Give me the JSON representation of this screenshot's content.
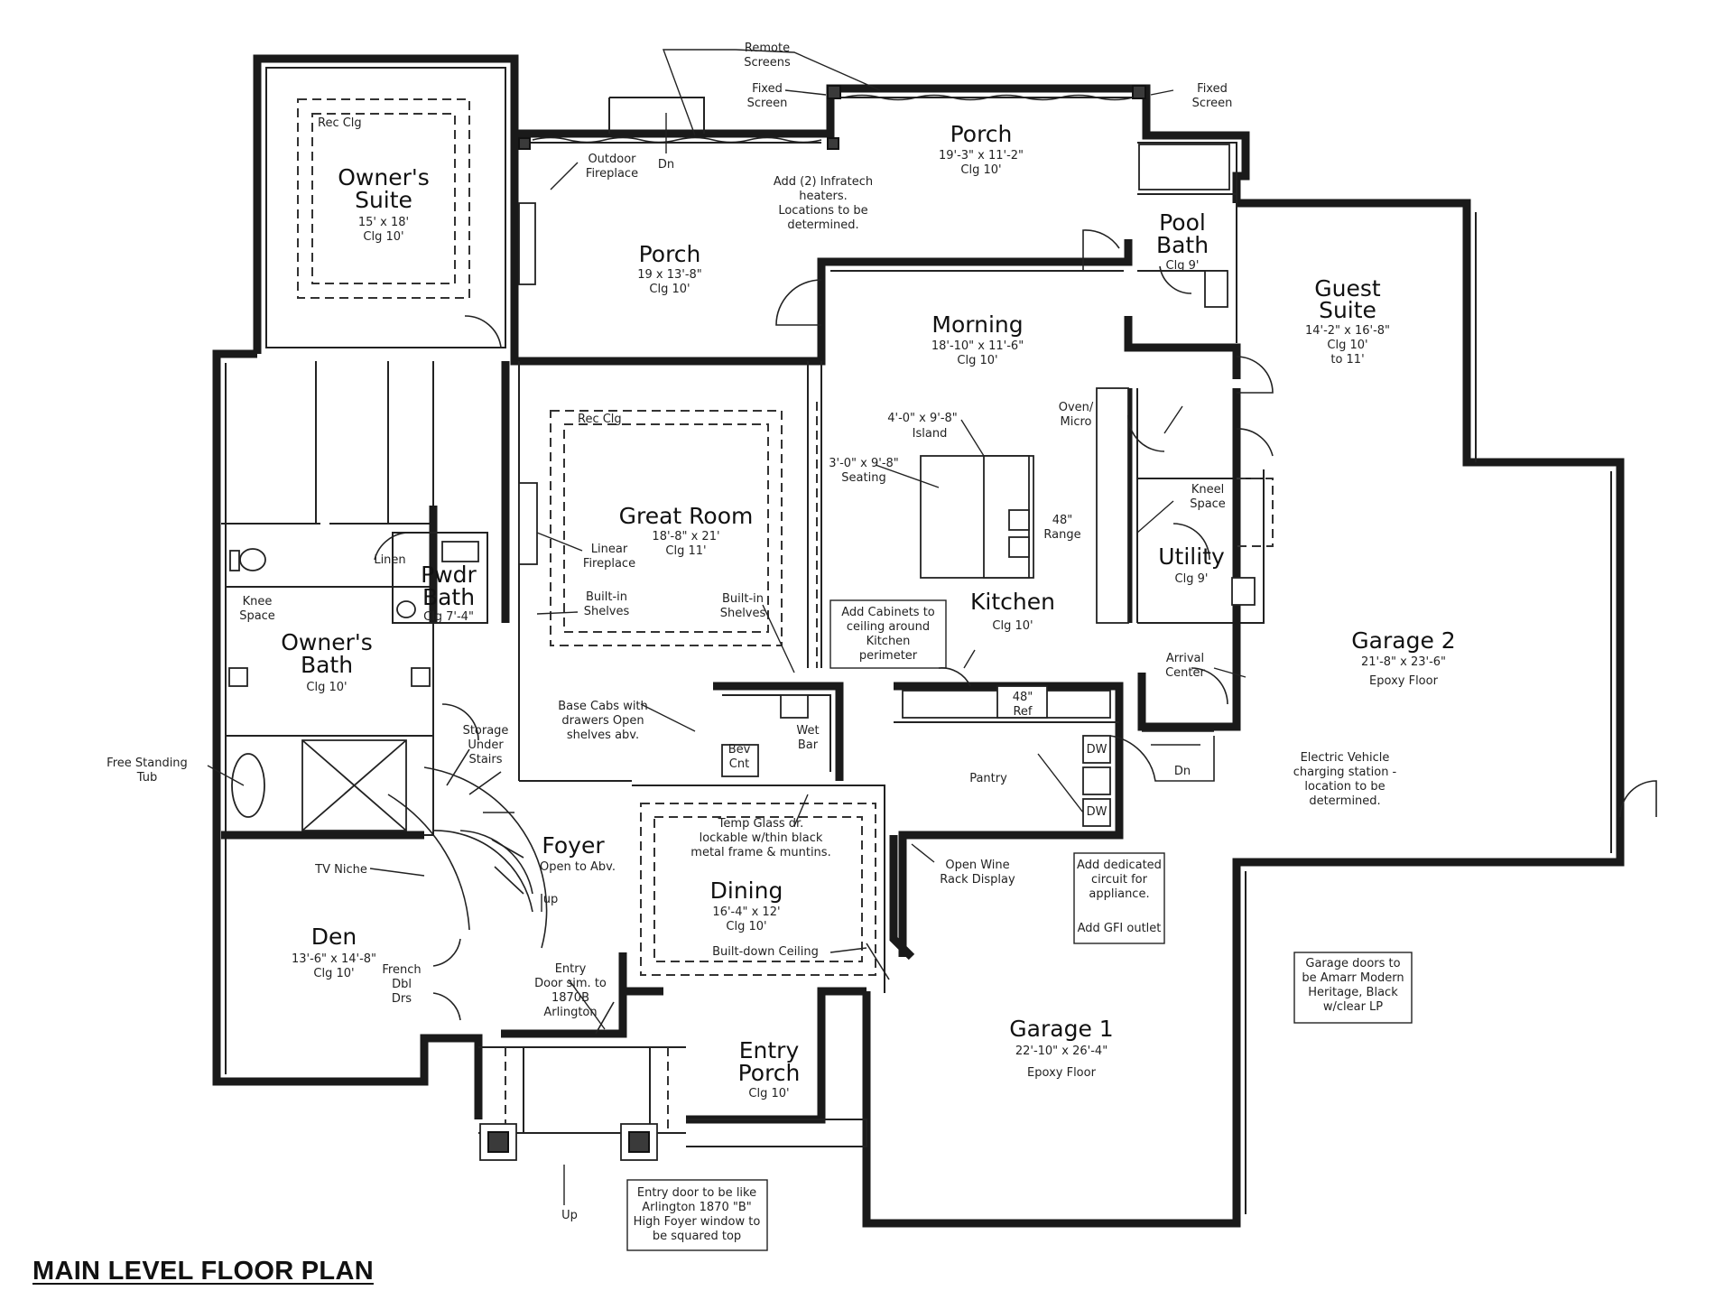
{
  "title": "MAIN LEVEL FLOOR PLAN",
  "rooms": {
    "owners_suite": {
      "line1": "Owner's",
      "line2": "Suite",
      "size": "15' x 18'",
      "clg": "Clg 10'"
    },
    "porch_rear": {
      "name": "Porch",
      "size": "19 x 13'-8\"",
      "clg": "Clg 10'"
    },
    "porch_screened": {
      "name": "Porch",
      "size": "19'-3\" x 11'-2\"",
      "clg": "Clg 10'"
    },
    "pool_bath": {
      "line1": "Pool",
      "line2": "Bath",
      "clg": "Clg 9'"
    },
    "guest_suite": {
      "line1": "Guest",
      "line2": "Suite",
      "size": "14'-2\" x 16'-8\"",
      "clg": "Clg 10'",
      "clg2": "to 11'"
    },
    "morning": {
      "name": "Morning",
      "size": "18'-10\" x 11'-6\"",
      "clg": "Clg 10'"
    },
    "great_room": {
      "name": "Great Room",
      "size": "18'-8\" x 21'",
      "clg": "Clg 11'"
    },
    "pwdr_bath": {
      "line1": "Pwdr",
      "line2": "Bath",
      "clg": "Clg 7'-4\""
    },
    "owners_bath": {
      "line1": "Owner's",
      "line2": "Bath",
      "clg": "Clg 10'"
    },
    "kitchen": {
      "name": "Kitchen",
      "clg": "Clg 10'"
    },
    "utility": {
      "name": "Utility",
      "clg": "Clg 9'"
    },
    "garage2": {
      "name": "Garage 2",
      "size": "21'-8\" x 23'-6\"",
      "floor": "Epoxy Floor"
    },
    "foyer": {
      "name": "Foyer",
      "sub": "Open to Abv."
    },
    "dining": {
      "name": "Dining",
      "size": "16'-4\" x 12'",
      "clg": "Clg 10'"
    },
    "den": {
      "name": "Den",
      "size": "13'-6\" x 14'-8\"",
      "clg": "Clg 10'"
    },
    "entry_porch": {
      "line1": "Entry",
      "line2": "Porch",
      "clg": "Clg 10'"
    },
    "garage1": {
      "name": "Garage 1",
      "size": "22'-10\" x 26'-4\"",
      "floor": "Epoxy Floor"
    },
    "pantry": {
      "name": "Pantry"
    }
  },
  "labels": {
    "remote_screens": [
      "Remote",
      "Screens"
    ],
    "fixed_screen_left": [
      "Fixed",
      "Screen"
    ],
    "fixed_screen_right": [
      "Fixed",
      "Screen"
    ],
    "rec_clg_suite": "Rec Clg",
    "rec_clg_great": "Rec Clg",
    "outdoor_fireplace": [
      "Outdoor",
      "Fireplace"
    ],
    "dn_porch": "Dn",
    "heaters": [
      "Add (2) Infratech",
      "heaters.",
      "Locations to be",
      "determined."
    ],
    "oven_micro": [
      "Oven/",
      "Micro"
    ],
    "island": [
      "4'-0\" x 9'-8\"",
      "Island"
    ],
    "seating": [
      "3'-0\" x 9'-8\"",
      "Seating"
    ],
    "range": [
      "48\"",
      "Range"
    ],
    "kneel_space": [
      "Kneel",
      "Space"
    ],
    "linen": "Linen",
    "linear_fireplace": [
      "Linear",
      "Fireplace"
    ],
    "builtin_shelves_left": [
      "Built-in",
      "Shelves"
    ],
    "builtin_shelves_right": [
      "Built-in",
      "Shelves"
    ],
    "knee_space": [
      "Knee",
      "Space"
    ],
    "cabinets_note": [
      "Add Cabinets to",
      "ceiling around",
      "Kitchen",
      "perimeter"
    ],
    "arrival_center": [
      "Arrival",
      "Center"
    ],
    "ref": [
      "48\"",
      "Ref"
    ],
    "dw1": "DW",
    "dw2": "DW",
    "dn_utility": "Dn",
    "base_cabs": [
      "Base Cabs with",
      "drawers  Open",
      "shelves abv."
    ],
    "storage_stairs": [
      "Storage",
      "Under",
      "Stairs"
    ],
    "free_tub": [
      "Free Standing",
      "Tub"
    ],
    "bev_cnt": [
      "Bev",
      "Cnt"
    ],
    "wet_bar": [
      "Wet",
      "Bar"
    ],
    "ev_station": [
      "Electric Vehicle",
      "charging station -",
      "location to be",
      "determined."
    ],
    "temp_glass": [
      "Temp Glass dr.",
      "lockable w/thin black",
      "metal frame & muntins."
    ],
    "tv_niche": "TV Niche",
    "open_wine": [
      "Open Wine",
      "Rack Display"
    ],
    "dedicated_circuit": [
      "Add dedicated",
      "circuit for",
      "appliance."
    ],
    "gfi_outlet": "Add GFI outlet",
    "up_stairs": "up",
    "builtdown_ceiling": "Built-down Ceiling",
    "french_drs": [
      "French",
      "Dbl",
      "Drs"
    ],
    "entry_door_sim": [
      "Entry",
      "Door sim. to",
      "1870B",
      "Arlington"
    ],
    "garage_doors_note": [
      "Garage doors to",
      "be Amarr Modern",
      "Heritage, Black",
      "w/clear LP"
    ],
    "up_entry": "Up",
    "entry_door_note": [
      "Entry door to be like",
      "Arlington 1870 \"B\"",
      "High Foyer window to",
      "be squared top"
    ]
  }
}
